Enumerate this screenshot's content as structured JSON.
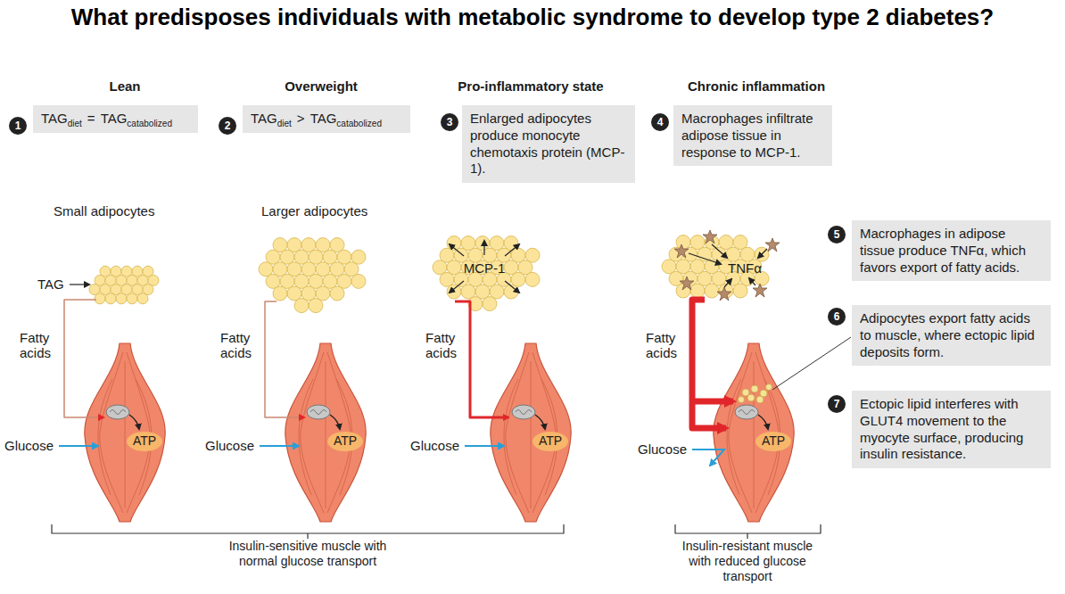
{
  "diagram": {
    "title": "What predisposes individuals with metabolic syndrome to develop type 2 diabetes?",
    "nodes": [
      {
        "text": [
          "TAG",
          "diet",
          "=",
          "TAG",
          "catabolized"
        ]
      },
      {
        "text": [
          "TAG",
          "diet",
          ">",
          "TAG",
          "catabolized"
        ]
      },
      {
        "text": [
          "Enlarged adipocytes produce monocyte chemotaxis protein (MCP-1)."
        ]
      },
      {
        "text": [
          "Macrophages infiltrate adipose tissue in response to MCP-1."
        ]
      },
      {
        "text": [
          "Macrophages in adipose tissue produce TNFα, which favors export of fatty acids."
        ]
      },
      {
        "text": [
          "Adipocytes export fatty acids to muscle, where ectopic lipid deposits form."
        ]
      },
      {
        "text": [
          "Ectopic lipid interferes with GLUT4 movement to the myocyte surface, producing insulin resistance."
        ]
      }
    ],
    "labels": [
      "Lean",
      "Overweight",
      "Pro-inflammatory state",
      "Chronic inflammation",
      "1",
      "2",
      "3",
      "4",
      "5",
      "6",
      "7",
      "Small adipocytes",
      "Larger adipocytes",
      "TAG",
      "Fatty acids",
      "Fatty acids",
      "Fatty acids",
      "Fatty acids",
      "MCP-1",
      "TNFα",
      "Glucose",
      "Glucose",
      "Glucose",
      "Glucose",
      "ATP",
      "ATP",
      "ATP",
      "ATP",
      "Insulin-sensitive muscle with normal glucose transport",
      "Insulin-resistant muscle with reduced glucose transport"
    ]
  }
}
